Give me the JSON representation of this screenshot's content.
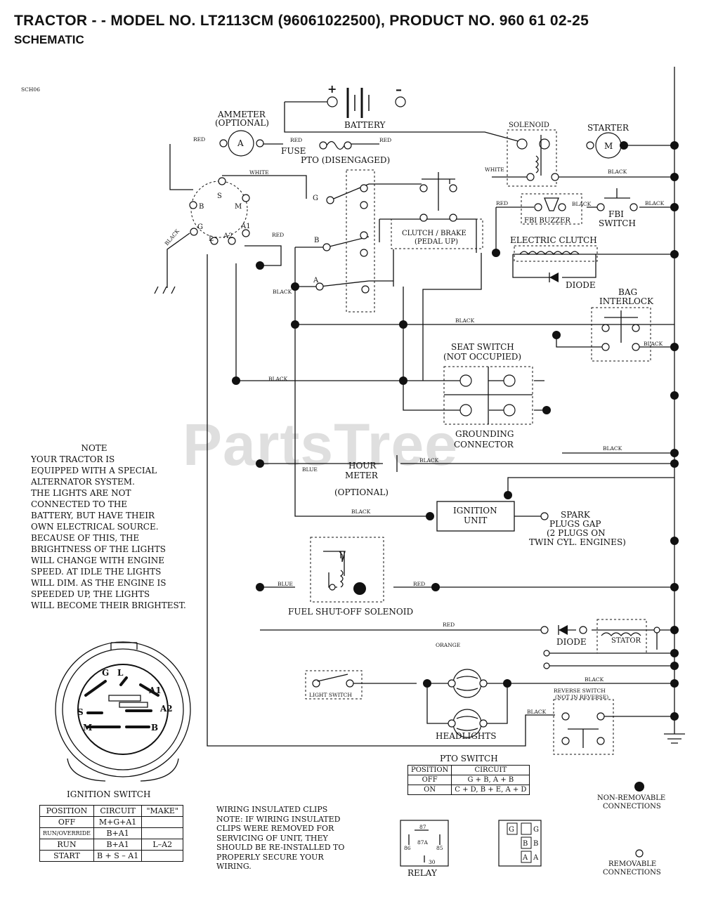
{
  "header": {
    "title": "TRACTOR - - MODEL NO. LT2113CM (96061022500), PRODUCT NO. 960 61 02-25",
    "subtitle": "SCHEMATIC"
  },
  "watermark": "PartsTree",
  "labels": {
    "sch": "SCH06",
    "plus": "+",
    "minus": "–",
    "battery": "BATTERY",
    "ammeter": "AMMETER",
    "ammeter_opt": "(OPTIONAL)",
    "ammeter_a": "A",
    "fuse": "FUSE",
    "pto": "PTO (DISENGAGED)",
    "solenoid": "SOLENOID",
    "starter": "STARTER",
    "starter_m": "M",
    "fbi_buzzer": "FBI BUZZER",
    "fbi_switch_1": "FBI",
    "fbi_switch_2": "SWITCH",
    "clutch_brake_1": "CLUTCH / BRAKE",
    "clutch_brake_2": "(PEDAL UP)",
    "electric_clutch": "ELECTRIC CLUTCH",
    "diode": "DIODE",
    "bag_interlock_1": "BAG",
    "bag_interlock_2": "INTERLOCK",
    "seat_switch_1": "SEAT SWITCH",
    "seat_switch_2": "(NOT OCCUPIED)",
    "grounding_1": "GROUNDING",
    "grounding_2": "CONNECTOR",
    "hour_meter_1": "HOUR",
    "hour_meter_2": "METER",
    "hour_meter_3": "(OPTIONAL)",
    "ignition_unit_1": "IGNITION",
    "ignition_unit_2": "UNIT",
    "spark_1": "SPARK",
    "spark_2": "PLUGS GAP",
    "spark_3": "(2 PLUGS ON",
    "spark_4": "TWIN CYL. ENGINES)",
    "fuel_solenoid": "FUEL SHUT-OFF SOLENOID",
    "diode2": "DIODE",
    "stator": "STATOR",
    "light_switch": "LIGHT SWITCH",
    "headlights": "HEADLIGHTS",
    "reverse_switch_1": "REVERSE SWITCH",
    "reverse_switch_2": "(NOT IN REVERSE)",
    "ignition_switch": "IGNITION SWITCH",
    "relay": "RELAY",
    "non_removable_1": "NON-REMOVABLE",
    "non_removable_2": "CONNECTIONS",
    "removable_1": "REMOVABLE",
    "removable_2": "CONNECTIONS",
    "sw_G": "G",
    "sw_L": "L",
    "sw_A1": "A1",
    "sw_A2": "A2",
    "sw_S": "S",
    "sw_M": "M",
    "sw_B": "B",
    "term_B": "B",
    "term_S": "S",
    "term_M": "M",
    "term_G": "G",
    "term_L": "L",
    "term_A2": "A2",
    "term_A1": "A1",
    "pto_G": "G",
    "pto_B": "B",
    "pto_A": "A",
    "relay_87": "87",
    "relay_87a": "87A",
    "relay_86": "86",
    "relay_85": "85",
    "relay_30": "30"
  },
  "wires": {
    "red": "RED",
    "black": "BLACK",
    "white": "WHITE",
    "blue": "BLUE",
    "orange": "ORANGE"
  },
  "note": {
    "title": "NOTE",
    "lines": [
      "YOUR TRACTOR IS",
      "EQUIPPED WITH A SPECIAL",
      "ALTERNATOR SYSTEM.",
      "THE LIGHTS ARE NOT",
      "CONNECTED TO THE",
      "BATTERY, BUT HAVE THEIR",
      "OWN ELECTRICAL SOURCE.",
      "BECAUSE OF THIS, THE",
      "BRIGHTNESS OF THE LIGHTS",
      "WILL CHANGE WITH ENGINE",
      "SPEED.  AT IDLE THE LIGHTS",
      "WILL DIM.  AS THE ENGINE IS",
      "SPEEDED UP, THE LIGHTS",
      "WILL BECOME THEIR BRIGHTEST."
    ]
  },
  "pto_switch_table": {
    "title": "PTO SWITCH",
    "headers": [
      "POSITION",
      "CIRCUIT"
    ],
    "rows": [
      [
        "OFF",
        "G + B, A + B"
      ],
      [
        "ON",
        "C + D, B + E, A + D"
      ]
    ]
  },
  "ignition_table": {
    "headers": [
      "POSITION",
      "CIRCUIT",
      "\"MAKE\""
    ],
    "rows": [
      [
        "OFF",
        "M+G+A1",
        ""
      ],
      [
        "RUN/OVERRIDE",
        "B+A1",
        ""
      ],
      [
        "RUN",
        "B+A1",
        "L–A2"
      ],
      [
        "START",
        "B + S – A1",
        ""
      ]
    ]
  },
  "clips_note": {
    "lines": [
      "WIRING INSULATED CLIPS",
      "NOTE: IF WIRING INSULATED",
      "CLIPS WERE REMOVED FOR",
      "SERVICING OF UNIT, THEY",
      "SHOULD BE RE-INSTALLED TO",
      "PROPERLY SECURE YOUR",
      "WIRING."
    ]
  }
}
